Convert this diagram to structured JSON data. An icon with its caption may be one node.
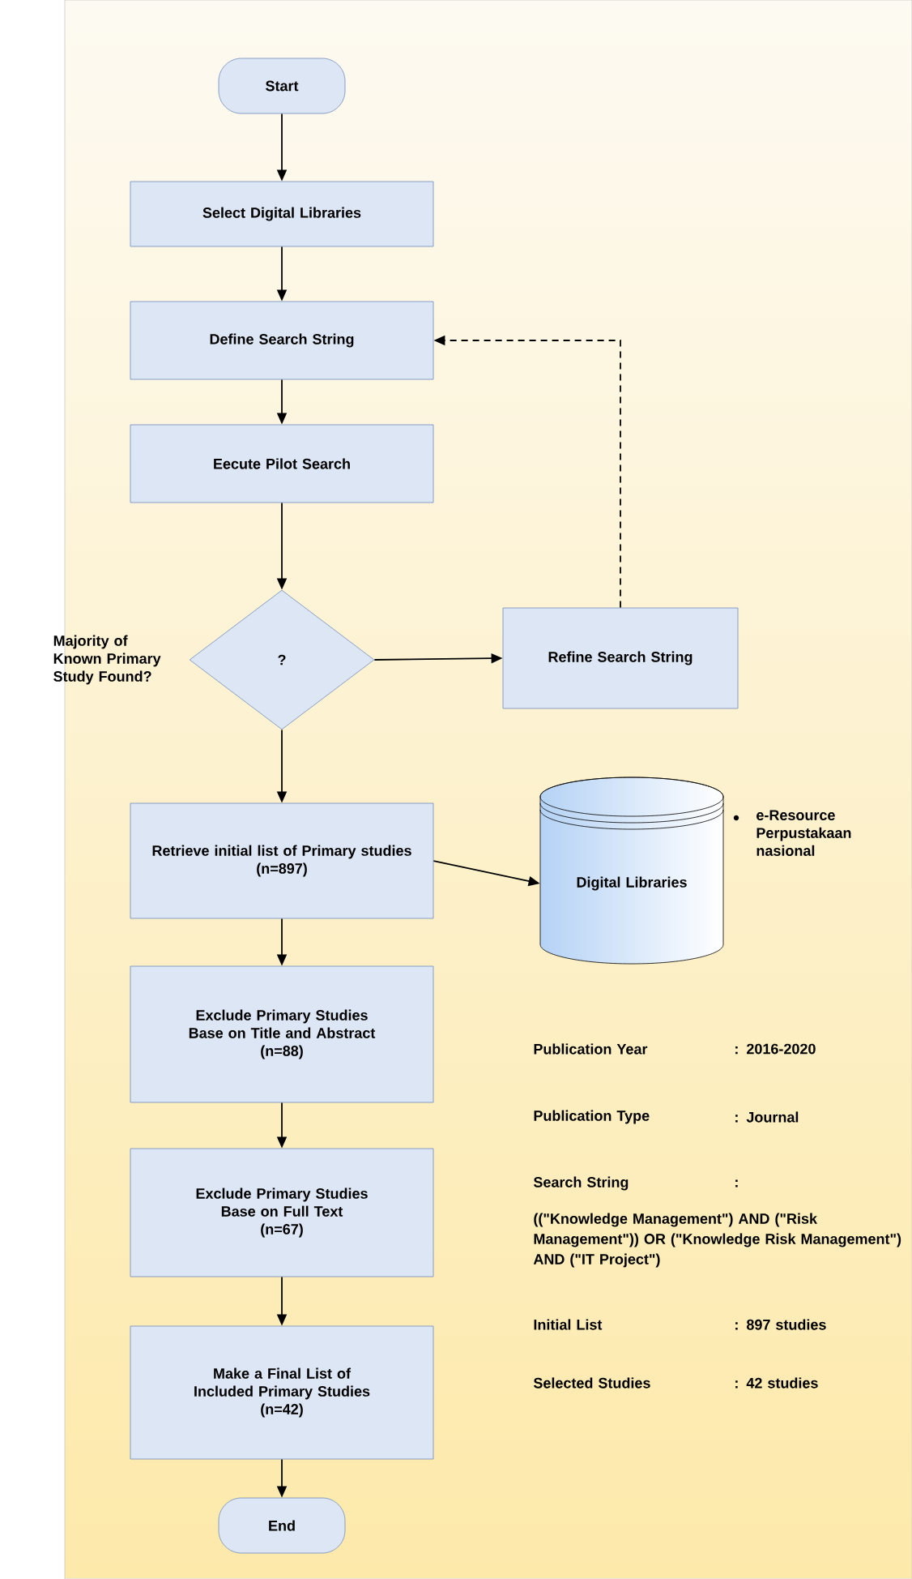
{
  "diagram": {
    "nodes": [
      {
        "text": [
          "Start"
        ]
      },
      {
        "text": [
          "Select Digital Libraries"
        ]
      },
      {
        "text": [
          "Define Search String"
        ]
      },
      {
        "text": [
          "Eecute Pilot Search"
        ]
      },
      {
        "text": [
          "?"
        ],
        "beside": [
          "Majority of Known Primary Study Found?"
        ]
      },
      {
        "text": [
          "Refine Search String"
        ]
      },
      {
        "text": [
          "Retrieve initial list of Primary studies",
          "(n=897)"
        ]
      },
      {
        "text": [
          "Digital Libraries"
        ],
        "beside": [
          "e-Resource Perpustakaan nasional"
        ]
      },
      {
        "text": [
          "Exclude Primary Studies Base on Title and Abstract",
          "(n=88)"
        ]
      },
      {
        "text": [
          "Exclude Primary Studies Base on Full Text",
          "(n=67)"
        ]
      },
      {
        "text": [
          "Make a Final List of Included Primary Studies",
          "(n=42)"
        ]
      },
      {
        "text": [
          "End"
        ]
      }
    ],
    "edges": [
      {
        "from": 0,
        "to": 1,
        "arrow": "to"
      },
      {
        "from": 1,
        "to": 2,
        "arrow": "to"
      },
      {
        "from": 2,
        "to": 3,
        "arrow": "to"
      },
      {
        "from": 3,
        "to": 4,
        "arrow": "to"
      },
      {
        "from": 4,
        "to": 5,
        "arrow": "to"
      },
      {
        "from": 5,
        "to": 2,
        "arrow": "to",
        "style": "dashed"
      },
      {
        "from": 4,
        "to": 6,
        "arrow": "to"
      },
      {
        "from": 6,
        "to": 7,
        "arrow": "to"
      },
      {
        "from": 6,
        "to": 8,
        "arrow": "to"
      },
      {
        "from": 8,
        "to": 9,
        "arrow": "to"
      },
      {
        "from": 9,
        "to": 10,
        "arrow": "to"
      },
      {
        "from": 10,
        "to": 11,
        "arrow": "to"
      }
    ],
    "labels": [
      "Publication Year",
      ": 2016-2020",
      "Publication Type",
      ": Journal",
      "Search String",
      ":",
      "((\"Knowledge Management\") AND (\"Risk Management\")) OR (\"Knowledge Risk Management\") AND (\"IT Project\")",
      "Initial List",
      ": 897 studies",
      "Selected Studies",
      ": 42 studies"
    ]
  }
}
